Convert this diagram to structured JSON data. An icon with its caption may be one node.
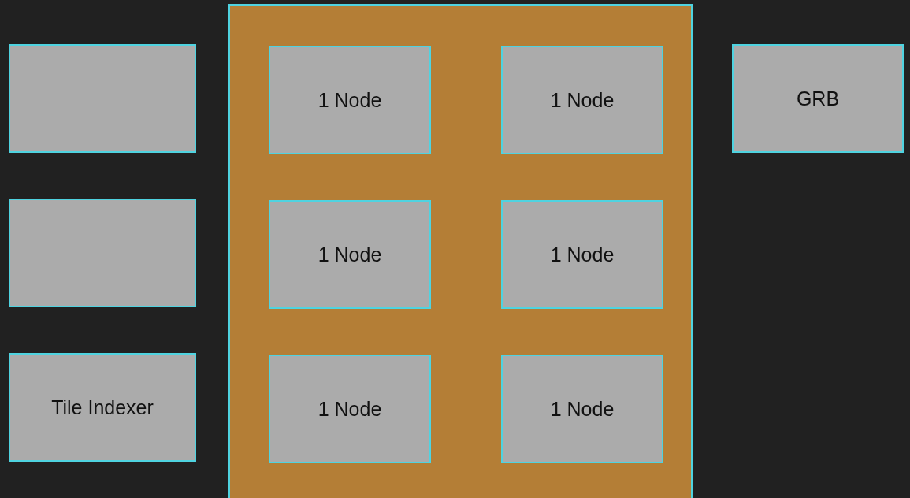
{
  "diagram": {
    "nodes": [
      {
        "text": [],
        "shape": "box"
      },
      {
        "text": [],
        "shape": "box"
      },
      {
        "text": [
          "Tile Indexer"
        ]
      },
      {
        "text": [],
        "shape": "box"
      },
      {
        "text": [
          "1 Node"
        ],
        "in": 3
      },
      {
        "text": [
          "1 Node"
        ],
        "in": 3
      },
      {
        "text": [
          "1 Node"
        ],
        "in": 3
      },
      {
        "text": [
          "1 Node"
        ],
        "in": 3
      },
      {
        "text": [
          "1 Node"
        ],
        "in": 3
      },
      {
        "text": [
          "1 Node"
        ],
        "in": 3
      },
      {
        "text": [
          "GRB"
        ]
      }
    ]
  }
}
